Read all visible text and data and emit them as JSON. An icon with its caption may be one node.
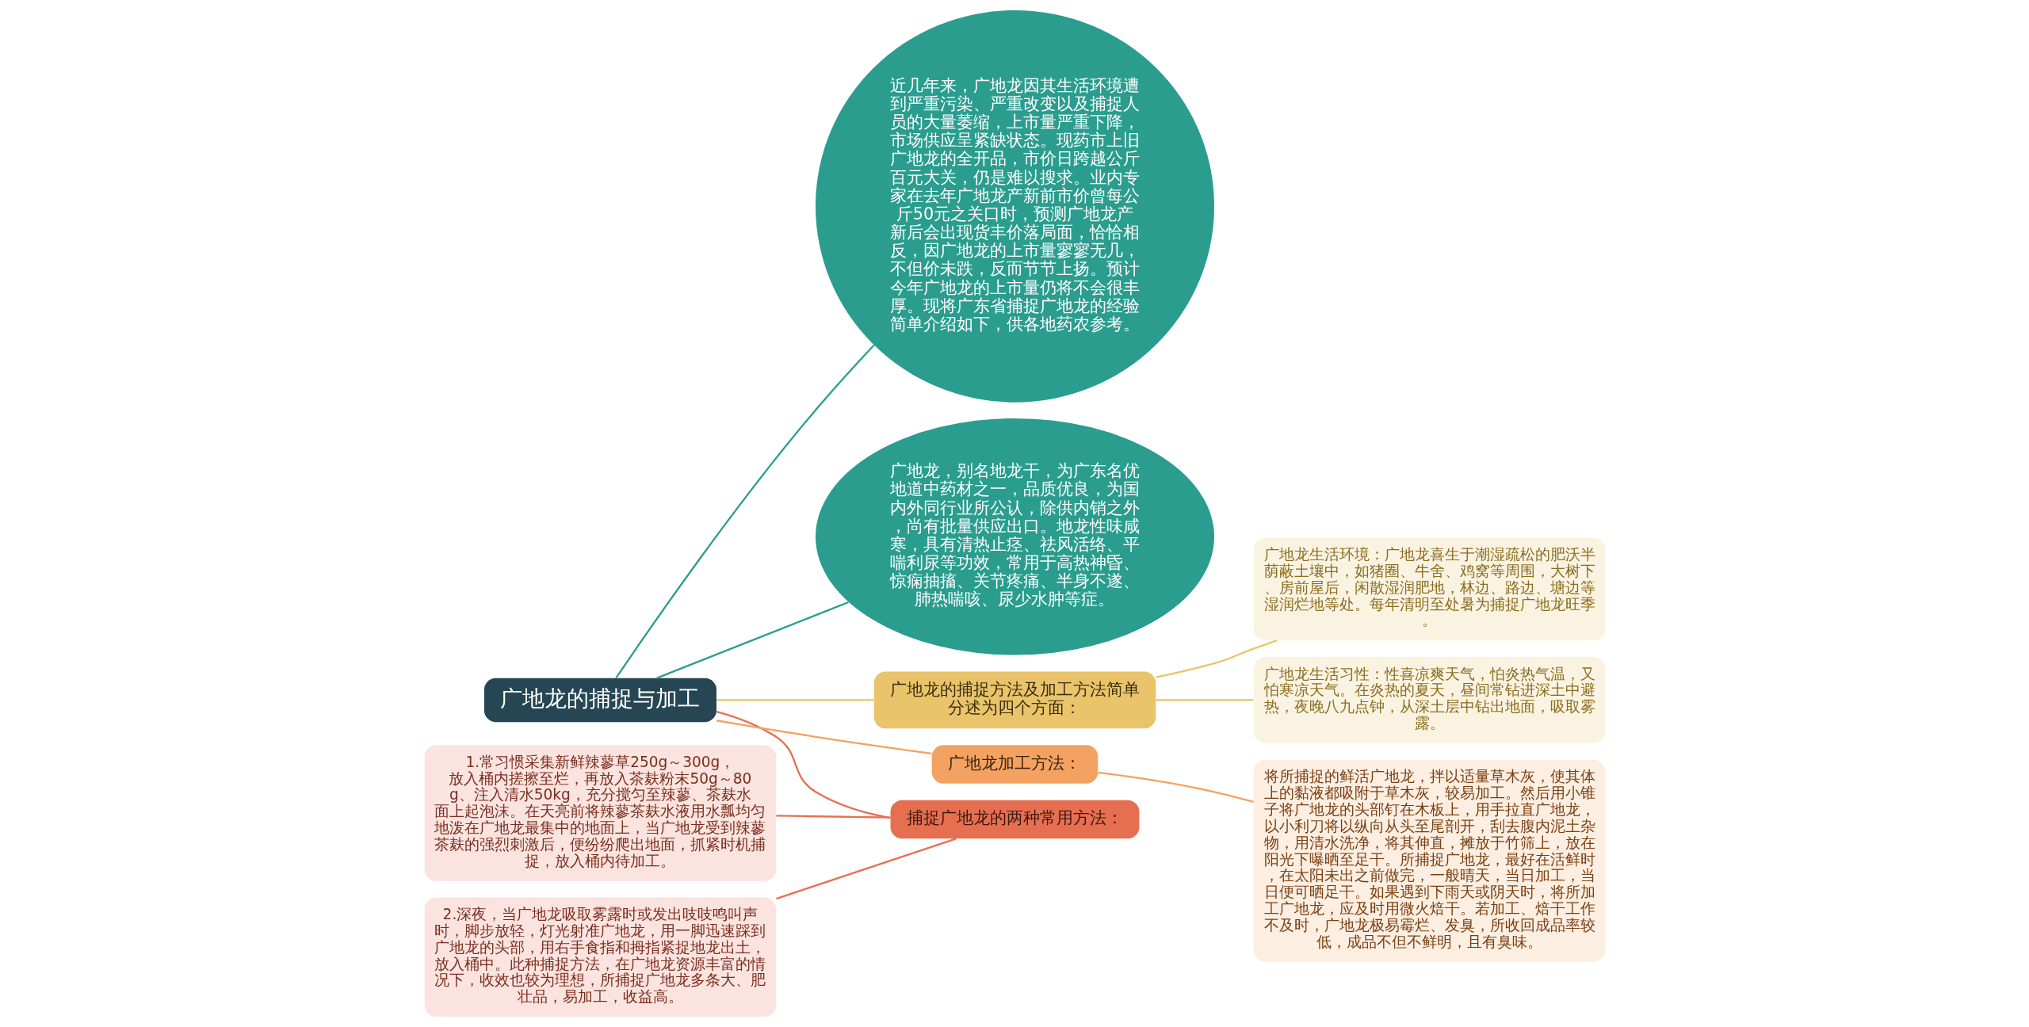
{
  "diagram": {
    "nodes": [
      {
        "text": [
          "广地龙的捕捉与加工"
        ]
      },
      {
        "text": [
          "近几年来，广地龙因其生活环境遭到严重污染、严重改变以及捕捉人员的大量萎缩，上市量严重下降，市场供应呈紧缺状态。现药市上旧广地龙的全开品，市价日跨越公斤百元大关，仍是难以搜求。业内专家在去年广地龙产新前市价曾每公斤50元之关口时，预测广地龙产新后会出现货丰价落局面，恰恰相反，因广地龙的上市量寥寥无几，不但价未跌，反而节节上扬。预计今年广地龙的上市量仍将不会很丰厚。现将广东省捕捉广地龙的经验简单介绍如下，供各地药农参考。"
        ]
      },
      {
        "text": [
          "广地龙，别名地龙干，为广东名优地道中药材之一，品质优良，为国内外同行业所公认，除供内销之外，尚有批量供应出口。地龙性味咸寒，具有清热止痉、祛风活络、平喘利尿等功效，常用于高热神昏、惊痫抽搐、关节疼痛、半身不遂、肺热喘咳、尿少水肿等症。"
        ]
      },
      {
        "text": [
          "广地龙的捕捉方法及加工方法简单分述为四个方面："
        ]
      },
      {
        "text": [
          "广地龙生活环境：广地龙喜生于潮湿疏松的肥沃半荫蔽土壤中，如猪圈、牛舍、鸡窝等周围，大树下、房前屋后，闲散湿润肥地，林边、路边、塘边等湿润烂地等处。每年清明至处暑为捕捉广地龙旺季。"
        ]
      },
      {
        "text": [
          "广地龙生活习性：性喜凉爽天气，怕炎热气温，又怕寒凉天气。在炎热的夏天，昼间常钻进深土中避热，夜晚八九点钟，从深土层中钻出地面，吸取雾露。"
        ]
      },
      {
        "text": [
          "捕捉广地龙的两种常用方法："
        ]
      },
      {
        "text": [
          "1.常习惯采集新鲜辣蓼草250g～300g，放入桶内搓擦至烂，再放入茶麸粉末50g～80g、注入清水50kg，充分搅匀至辣蓼、茶麸水面上起泡沫。在天亮前将辣蓼茶麸水液用水瓢均匀地泼在广地龙最集中的地面上，当广地龙受到辣蓼茶麸的强烈刺激后，便纷纷爬出地面，抓紧时机捕捉，放入桶内待加工。"
        ]
      },
      {
        "text": [
          "2.深夜，当广地龙吸取雾露时或发出吱吱鸣叫声时，脚步放轻，灯光射准广地龙，用一脚迅速踩到广地龙的头部，用右手食指和拇指紧捉地龙出土，放入桶中。此种捕捉方法，在广地龙资源丰富的情况下，收效也较为理想，所捕捉广地龙多条大、肥壮品，易加工，收益高。"
        ]
      },
      {
        "text": [
          "广地龙加工方法："
        ]
      },
      {
        "text": [
          "将所捕捉的鲜活广地龙，拌以适量草木灰，使其体上的黏液都吸附于草木灰，较易加工。然后用小锥子将广地龙的头部钉在木板上，用手拉直广地龙，以小利刀将以纵向从头至尾剖开，刮去腹内泥土杂物，用清水洗净，将其伸直，摊放于竹筛上，放在阳光下曝晒至足干。所捕捉广地龙，最好在活鲜时，在太阳未出之前做完，一般晴天，当日加工，当日便可晒足干。如果遇到下雨天或阴天时，将所加工广地龙，应及时用微火焙干。若加工、焙干工作不及时，广地龙极易霉烂、发臭，所收回成品率较低，成品不但不鲜明，且有臭味。"
        ]
      }
    ],
    "edges": [
      {
        "from": 0,
        "to": 1,
        "arrow": "none",
        "color": "#2a9d8f"
      },
      {
        "from": 0,
        "to": 2,
        "arrow": "none",
        "color": "#2a9d8f"
      },
      {
        "from": 0,
        "to": 3,
        "arrow": "none",
        "color": "#e9c46a"
      },
      {
        "from": 3,
        "to": 4,
        "arrow": "none",
        "color": "#e9c46a"
      },
      {
        "from": 3,
        "to": 5,
        "arrow": "none",
        "color": "#e9c46a"
      },
      {
        "from": 0,
        "to": 6,
        "arrow": "none",
        "color": "#e76f51"
      },
      {
        "from": 6,
        "to": 7,
        "arrow": "none",
        "color": "#e76f51"
      },
      {
        "from": 6,
        "to": 8,
        "arrow": "none",
        "color": "#e76f51"
      },
      {
        "from": 0,
        "to": 9,
        "arrow": "none",
        "color": "#f4a261"
      },
      {
        "from": 9,
        "to": 10,
        "arrow": "none",
        "color": "#f4a261"
      }
    ]
  }
}
